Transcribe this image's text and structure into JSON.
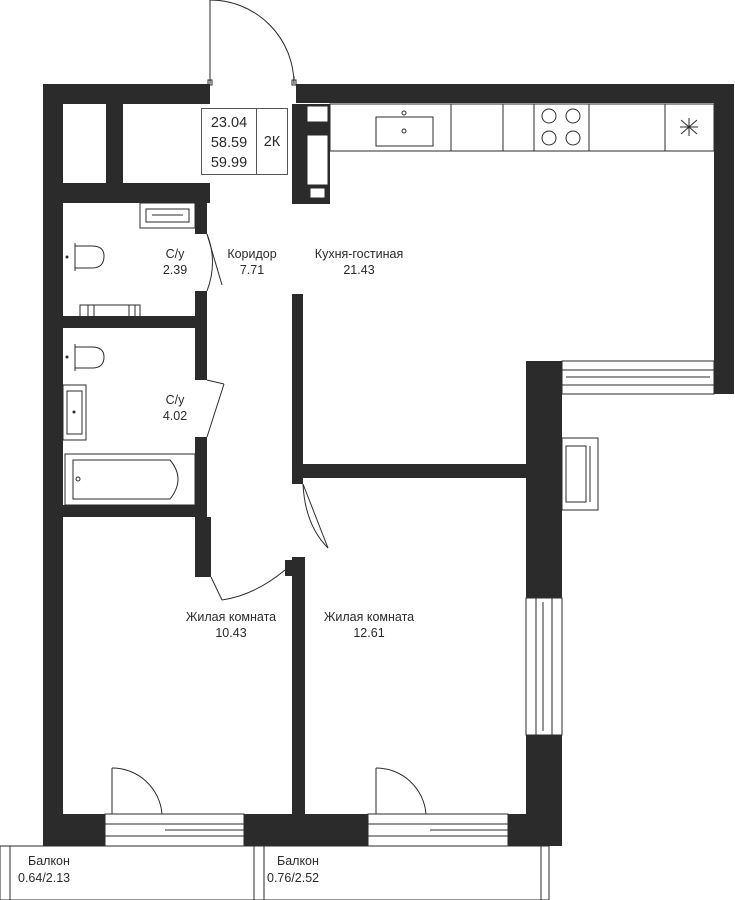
{
  "summary": {
    "living_area": "23.04",
    "total_area": "58.59",
    "total_area_with_balcony": "59.99",
    "room_type": "2К"
  },
  "rooms": [
    {
      "name": "Коридор",
      "area": "7.71"
    },
    {
      "name": "Кухня-гостиная",
      "area": "21.43"
    },
    {
      "name": "С/у",
      "area": "2.39"
    },
    {
      "name": "С/у",
      "area": "4.02"
    },
    {
      "name": "Жилая комната",
      "area": "10.43"
    },
    {
      "name": "Жилая комната",
      "area": "12.61"
    }
  ],
  "balconies": [
    {
      "name": "Балкон",
      "area": "0.64/2.13"
    },
    {
      "name": "Балкон",
      "area": "0.76/2.52"
    }
  ],
  "colors": {
    "wall": "#2b2b2b",
    "line": "#2b2b2b",
    "background": "#ffffff"
  }
}
